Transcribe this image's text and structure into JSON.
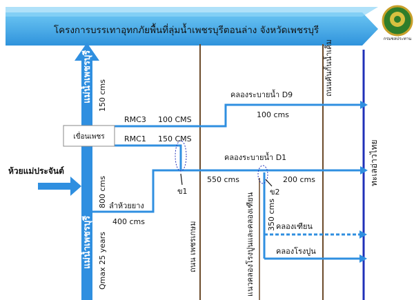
{
  "banner": {
    "title": "โครงการบรรเทาอุทกภัยพื้นที่ลุ่มน้ำเพชรบุรีตอนล่าง จังหวัดเพชรบุรี",
    "logo_caption": "กรมชลประทาน"
  },
  "dam": {
    "label": "เขื่อนเพชร"
  },
  "river_upper": {
    "name": "แม่น้ำเพชรบุรี",
    "flow": "150 cms"
  },
  "river_lower": {
    "name": "แม่น้ำเพชรบุรี",
    "flow": "Qmax 25 years"
  },
  "tributary": {
    "name": "ห้วยแม่ประจันต์"
  },
  "rmc3": {
    "label": "RMC3",
    "flow": "100 CMS"
  },
  "rmc1": {
    "label": "RMC1",
    "flow": "150 CMS"
  },
  "d9": {
    "name": "คลองระบายน้ำ D9",
    "flow": "100 cms"
  },
  "d1": {
    "name": "คลองระบายน้ำ D1",
    "flow_mid": "550 cms",
    "flow_end": "200 cms"
  },
  "lamhuai": {
    "name": "ลำห้วยยาง",
    "flow_vertical": "800 cms",
    "flow_horizontal": "400 cms"
  },
  "gates": {
    "g1": "ข1",
    "g2": "ข2"
  },
  "roads": {
    "phetkasem": "ถนน เพชรเกษม",
    "dike": "ถนนคันกั้นน้ำเค็ม"
  },
  "alignment": {
    "label": "แนวคลองโรงปูนและคลองเฑียน",
    "flow": "350 cms"
  },
  "khlong_thian": {
    "name": "คลองเฑียน"
  },
  "khlong_rongpun": {
    "name": "คลองโรงปูน"
  },
  "sea": {
    "label": "ทะเลอ่าวไทย"
  },
  "colors": {
    "blue": "#2f8fe0",
    "banner": "#49aeea",
    "brown": "#6b4a2a",
    "navy": "#2030b8"
  }
}
